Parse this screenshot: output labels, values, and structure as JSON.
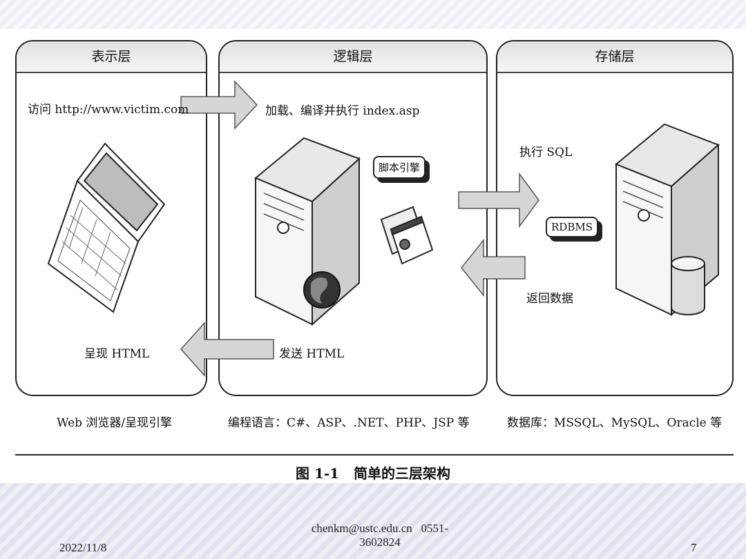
{
  "diagram": {
    "tiers": {
      "presentation": "表示层",
      "logic": "逻辑层",
      "storage": "存储层"
    },
    "labels": {
      "visit": "访问 http://www.victim.com",
      "load": "加载、编译并执行 index.asp",
      "script_engine": "脚本引擎",
      "exec_sql": "执行 SQL",
      "rdbms": "RDBMS",
      "return_data": "返回数据",
      "render_html": "呈现 HTML",
      "send_html": "发送 HTML"
    },
    "footers": {
      "presentation": "Web 浏览器/呈现引擎",
      "logic": "编程语言：C#、ASP、.NET、PHP、JSP 等",
      "storage": "数据库：MSSQL、MySQL、Oracle 等"
    },
    "caption": "图 1-1   简单的三层架构"
  },
  "slide": {
    "date": "2022/11/8",
    "email": "chenkm@ustc.edu.cn   0551-",
    "phone": "3602824",
    "page": "7"
  }
}
